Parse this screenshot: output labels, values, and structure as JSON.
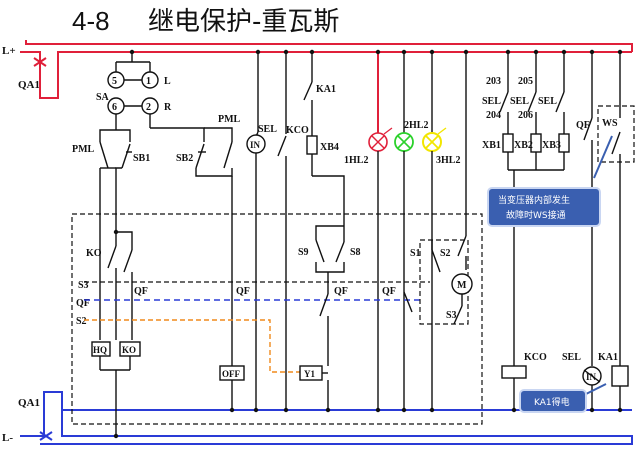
{
  "title": {
    "number": "4-8",
    "text": "继电保护-重瓦斯"
  },
  "rails": {
    "positive": "L+",
    "negative": "L-",
    "breaker_top": "QA1",
    "breaker_bottom": "QA1"
  },
  "labels": {
    "n5": "5",
    "n1": "1",
    "n6": "6",
    "n2": "2",
    "l": "L",
    "r": "R",
    "sa": "SA",
    "pml_left": "PML",
    "pml_right": "PML",
    "sb1": "SB1",
    "sb2": "SB2",
    "sel": "SEL",
    "kco": "KCO",
    "ka1": "KA1",
    "xb4": "XB4",
    "in": "IN",
    "hl_1": "1HL2",
    "hl_2": "2HL2",
    "hl_3": "3HL2",
    "ko_contact": "KO",
    "s3": "S3",
    "qf_a": "QF",
    "qf_b": "QF",
    "s2": "S2",
    "qf_c": "QF",
    "s9": "S9",
    "s8": "S8",
    "qf_d": "QF",
    "qf_e": "QF",
    "s1": "S1",
    "s2b": "S2",
    "motor": "M",
    "s3b": "S3",
    "hq": "HQ",
    "ko_coil": "KO",
    "off": "OFF",
    "y1": "Y1",
    "n203": "203",
    "n205": "205",
    "sel_1": "SEL",
    "n204": "204",
    "sel_2": "SEL",
    "n206": "206",
    "sel_3": "SEL",
    "xb1": "XB1",
    "xb2": "XB2",
    "xb3": "XB3",
    "qf_r": "QF",
    "ws": "WS",
    "kco_coil": "KCO",
    "sel_coil": "SEL",
    "ka1_coil": "KA1",
    "in_coil": "IN"
  },
  "callouts": {
    "ws_line1": "当变压器内部发生",
    "ws_line2": "故障时WS接通",
    "ka1": "KA1得电"
  },
  "colors": {
    "energized": "#e0203a",
    "bus": "#2a3bd6",
    "link": "#f08a1c",
    "lamp_green": "#2bd12b",
    "lamp_yellow": "#f2e600",
    "callout": "#3a5fb0"
  }
}
